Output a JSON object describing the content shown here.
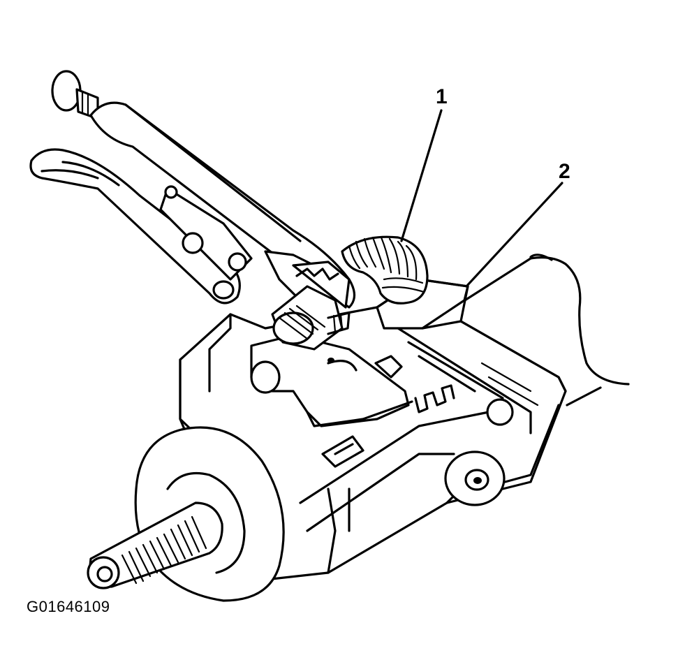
{
  "figure": {
    "figure_id": "G01646109",
    "callouts": [
      {
        "label": "1"
      },
      {
        "label": "2"
      }
    ]
  },
  "colors": {
    "ink": "#000000",
    "background": "#ffffff"
  }
}
